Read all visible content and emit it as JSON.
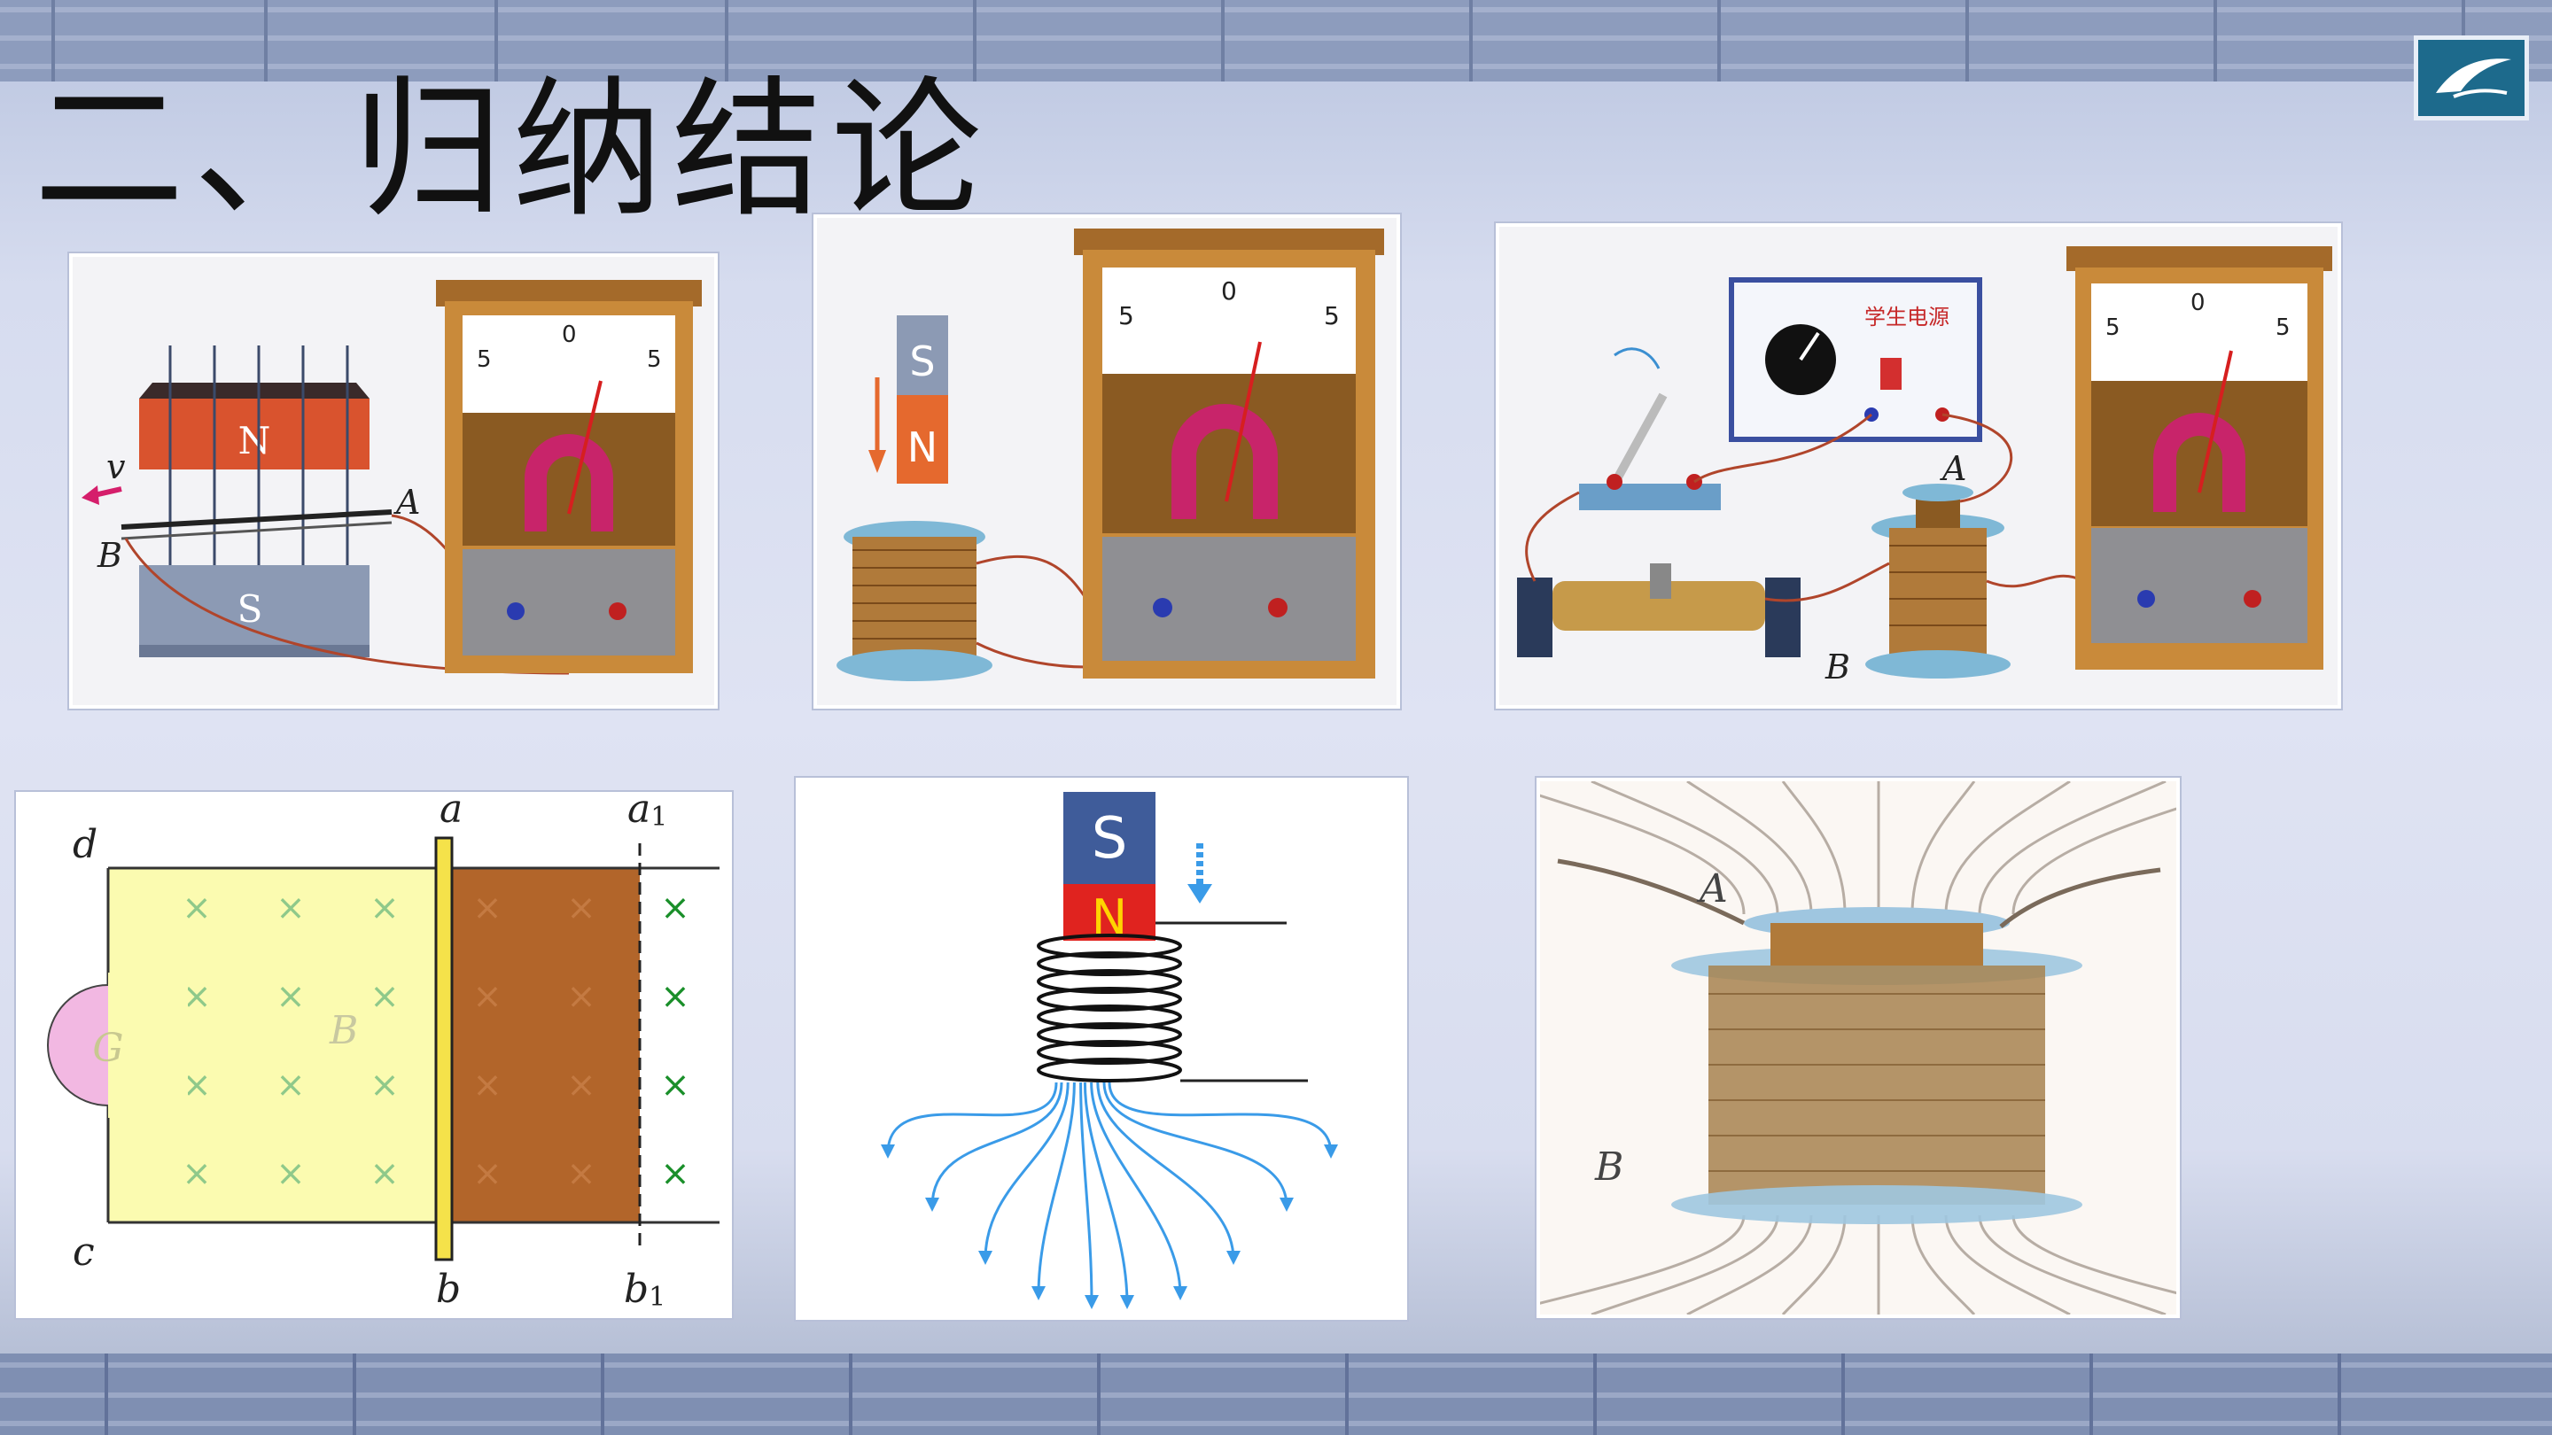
{
  "slide": {
    "title": "二、归纳结论"
  },
  "figures": {
    "fig1": {
      "magnet_north": "N",
      "magnet_south": "S",
      "velocity_label": "v",
      "rod_end_a": "A",
      "rod_end_b": "B"
    },
    "fig2": {
      "magnet_south": "S",
      "magnet_north": "N"
    },
    "fig3": {
      "power_supply_label": "学生电源",
      "coil_a": "A",
      "coil_b": "B"
    },
    "fig4": {
      "corner_d": "d",
      "corner_c": "c",
      "rod_top": "a",
      "rod_bottom": "b",
      "dashed_top": "a",
      "dashed_top_sub": "1",
      "dashed_bottom": "b",
      "dashed_bottom_sub": "1",
      "field_label": "B",
      "galvanometer": "G",
      "cross_mark": "×"
    },
    "fig5": {
      "magnet_south": "S",
      "magnet_north": "N"
    },
    "fig6": {
      "coil_a": "A",
      "coil_b": "B"
    },
    "meter": {
      "scale_left": "5",
      "scale_center": "0",
      "scale_right": "5"
    }
  },
  "colors": {
    "title_text": "#111111",
    "magnet_red": "#d94a2a",
    "magnet_gray": "#8c9ab4",
    "field_lines": "#3a9be8",
    "cross_green": "#1a8f2a"
  }
}
